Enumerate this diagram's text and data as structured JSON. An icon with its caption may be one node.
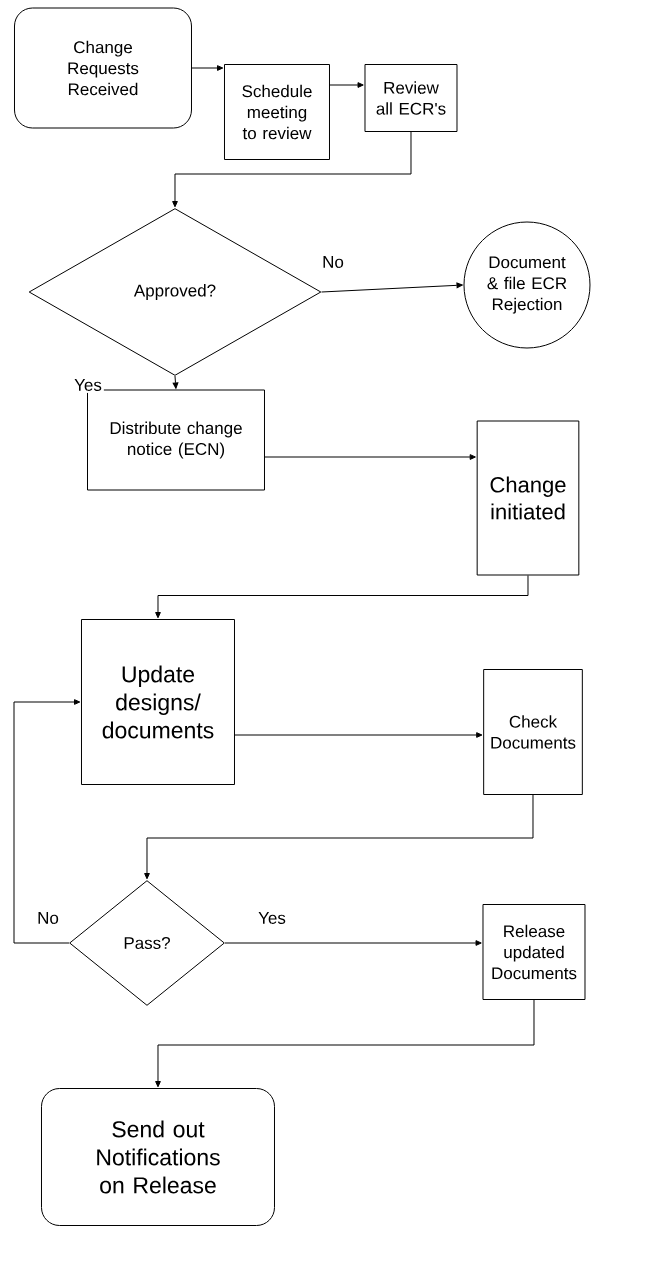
{
  "diagram": {
    "nodes": [
      {
        "text": [
          "Change Requests Received"
        ]
      },
      {
        "text": [
          "Schedule meeting to review"
        ]
      },
      {
        "text": [
          "Review all ECR's"
        ]
      },
      {
        "text": [
          "Approved?"
        ]
      },
      {
        "text": [
          "Document & file ECR Rejection"
        ]
      },
      {
        "text": [
          "Distribute change notice (ECN)"
        ]
      },
      {
        "text": [
          "Change initiated"
        ]
      },
      {
        "text": [
          "Update designs/ documents"
        ]
      },
      {
        "text": [
          "Check Documents"
        ]
      },
      {
        "text": [
          "Pass?"
        ]
      },
      {
        "text": [
          "Release updated Documents"
        ]
      },
      {
        "text": [
          "Send out Notifications on Release"
        ]
      }
    ],
    "edges": [
      {
        "from": 0,
        "to": 1,
        "arrow": "to"
      },
      {
        "from": 1,
        "to": 2,
        "arrow": "to"
      },
      {
        "from": 2,
        "to": 3,
        "arrow": "to"
      },
      {
        "from": 3,
        "to": 4,
        "arrow": "to",
        "label": "No"
      },
      {
        "from": 3,
        "to": 5,
        "arrow": "to",
        "label": "Yes"
      },
      {
        "from": 5,
        "to": 6,
        "arrow": "to"
      },
      {
        "from": 6,
        "to": 7,
        "arrow": "to"
      },
      {
        "from": 7,
        "to": 8,
        "arrow": "to"
      },
      {
        "from": 8,
        "to": 9,
        "arrow": "to"
      },
      {
        "from": 9,
        "to": 7,
        "arrow": "to",
        "label": "No"
      },
      {
        "from": 9,
        "to": 10,
        "arrow": "to",
        "label": "Yes"
      },
      {
        "from": 10,
        "to": 11,
        "arrow": "to"
      }
    ]
  }
}
